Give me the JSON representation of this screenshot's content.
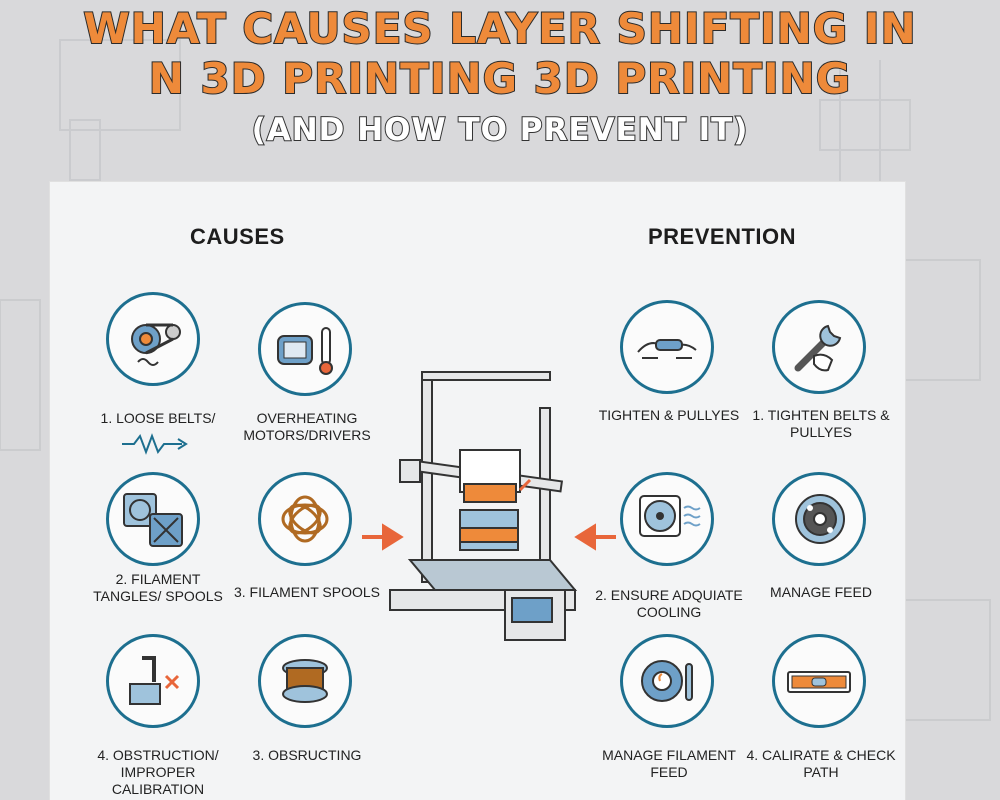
{
  "title": {
    "line1": "WHAT CAUSES LAYER SHIFTING IN",
    "line2": "N 3D PRINTING 3D PRINTING",
    "line3": "(AND HOW TO PREVENT IT)"
  },
  "causes": {
    "heading": "CAUSES",
    "items": [
      {
        "icon": "gear-belt-icon",
        "label": "1. LOOSE BELTS/"
      },
      {
        "icon": "motor-thermometer-icon",
        "label": "OVERHEATING MOTORS/DRIVERS"
      },
      {
        "icon": "fan-icon",
        "label": "2. FILAMENT TANGLES/ SPOOLS"
      },
      {
        "icon": "tangled-filament-icon",
        "label": "3. FILAMENT SPOOLS"
      },
      {
        "icon": "obstruction-icon",
        "label": "4. OBSTRUCTION/ IMPROPER CALIBRATION"
      },
      {
        "icon": "spool-icon",
        "label": "3. OBSRUCTING"
      }
    ]
  },
  "prevention": {
    "heading": "PREVENTION",
    "items": [
      {
        "icon": "hands-wrench-icon",
        "label": "TIGHTEN & PULLYES"
      },
      {
        "icon": "wrench-icon",
        "label": "1. TIGHTEN BELTS & PULLYES"
      },
      {
        "icon": "cooling-fan-icon",
        "label": "2. ENSURE ADQUIATE COOLING"
      },
      {
        "icon": "filament-spool-icon",
        "label": "MANAGE FEED"
      },
      {
        "icon": "tape-icon",
        "label": "MANAGE FILAMENT FEED"
      },
      {
        "icon": "level-icon",
        "label": "4. CALIRATE & CHECK PATH"
      }
    ]
  },
  "colors": {
    "accent": "#ee8a3a",
    "ring": "#1d6f8f",
    "arrow": "#e8663a"
  }
}
